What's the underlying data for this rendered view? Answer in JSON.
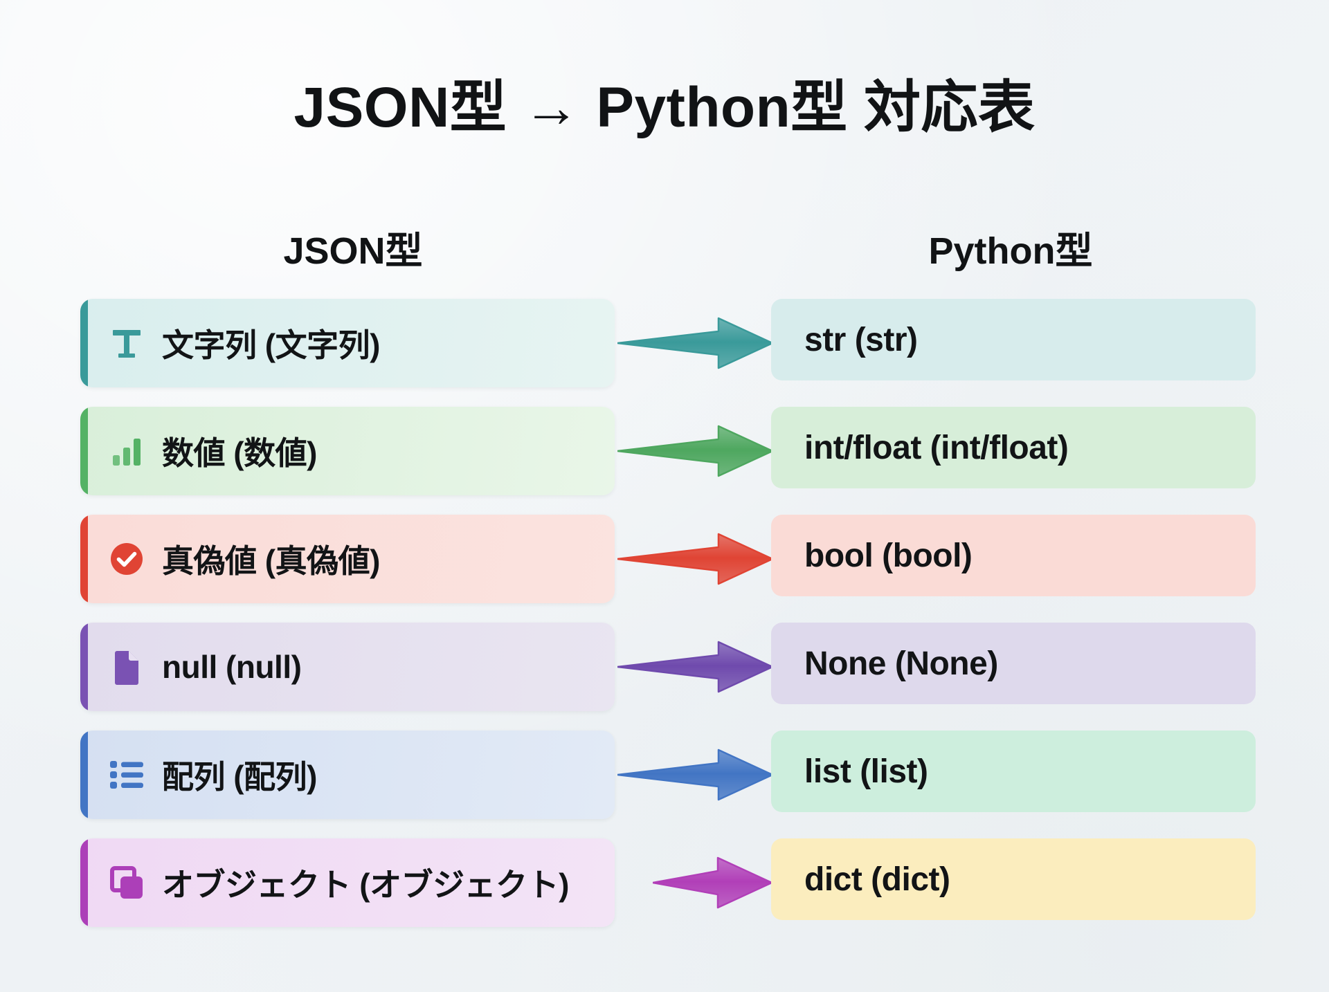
{
  "page": {
    "title": "JSON型 → Python型 対応表",
    "background_color": "#f1f4f7"
  },
  "headers": {
    "source_column": "JSON型",
    "target_column": "Python型"
  },
  "mapping_rows": [
    {
      "icon": "text-format-icon",
      "source_label": "文字列 (文字列)",
      "target_label": "str (str)",
      "accent_color": "#3a9a9a",
      "source_bg_from": "#d9eeee",
      "source_bg_to": "#e7f4f2",
      "target_bg": "#d7ecec",
      "arrow_color": "#3a9a9a"
    },
    {
      "icon": "bar-chart-icon",
      "source_label": "数値 (数値)",
      "target_label": "int/float (int/float)",
      "accent_color": "#54b265",
      "source_bg_from": "#d9efda",
      "source_bg_to": "#e9f6e8",
      "target_bg": "#d7eed9",
      "arrow_color": "#4ea75f"
    },
    {
      "icon": "check-circle-icon",
      "source_label": "真偽値 (真偽値)",
      "target_label": "bool (bool)",
      "accent_color": "#e04434",
      "source_bg_from": "#fadcd8",
      "source_bg_to": "#fbe3df",
      "target_bg": "#fadbd6",
      "arrow_color": "#e04434"
    },
    {
      "icon": "document-icon",
      "source_label": "null (null)",
      "target_label": "None (None)",
      "accent_color": "#7a52b3",
      "source_bg_from": "#e2dced",
      "source_bg_to": "#e9e5f1",
      "target_bg": "#ded9ec",
      "arrow_color": "#6f4aad"
    },
    {
      "icon": "list-icon",
      "source_label": "配列 (配列)",
      "target_label": "list (list)",
      "accent_color": "#4275c4",
      "source_bg_from": "#d5e0f2",
      "source_bg_to": "#e2eaf6",
      "target_bg": "#cdeedd",
      "arrow_color": "#4275c4"
    },
    {
      "icon": "copy-layers-icon",
      "source_label": "オブジェクト (オブジェクト)",
      "target_label": "dict (dict)",
      "accent_color": "#ac3fb8",
      "source_bg_from": "#f0d9f4",
      "source_bg_to": "#f3e4f6",
      "target_bg": "#fbedbe",
      "arrow_color": "#b13fb8"
    }
  ]
}
